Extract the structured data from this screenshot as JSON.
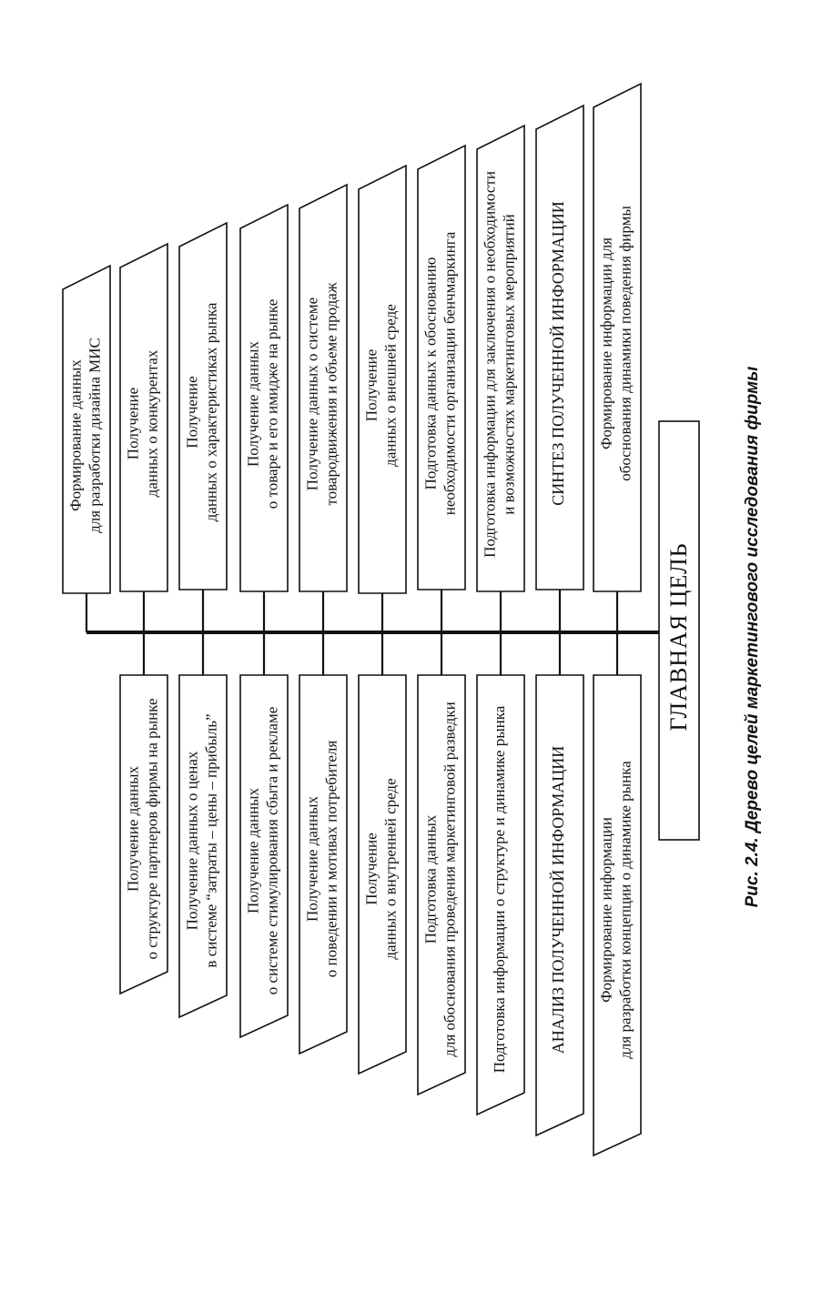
{
  "diagram": {
    "main_goal": "ГЛАВНАЯ ЦЕЛЬ",
    "caption": "Рис. 2.4. Дерево целей маркетингового исследования фирмы",
    "upper_branch": [
      {
        "lines": [
          "Формирование данных",
          "для разработки дизайна МИС"
        ]
      },
      {
        "lines": [
          "Получение",
          "данных о конкурентах"
        ]
      },
      {
        "lines": [
          "Получение",
          "данных о характеристиках рынка"
        ]
      },
      {
        "lines": [
          "Получение данных",
          "о товаре и его имидже на рынке"
        ]
      },
      {
        "lines": [
          "Получение данных о системе",
          "товародвижения и объеме продаж"
        ]
      },
      {
        "lines": [
          "Получение",
          "данных о внешней среде"
        ]
      },
      {
        "lines": [
          "Подготовка данных к обоснованию",
          "необходимости организации бенчмаркинга"
        ]
      },
      {
        "lines": [
          "Подготовка информации для заключения о необходимости",
          "и возможностях маркетинговых мероприятий"
        ]
      },
      {
        "lines": [
          "СИНТЕЗ ПОЛУЧЕННОЙ ИНФОРМАЦИИ"
        ]
      },
      {
        "lines": [
          "Формирование информации для",
          "обоснования  динамики поведения фирмы"
        ]
      }
    ],
    "lower_branch": [
      {
        "lines": [
          "Получение данных",
          "о структуре партнеров фирмы на рынке"
        ]
      },
      {
        "lines": [
          "Получение данных о ценах",
          "в системе “затраты – цены – прибыль”"
        ]
      },
      {
        "lines": [
          "Получение данных",
          "о системе стимулирования сбыта и рекламе"
        ]
      },
      {
        "lines": [
          "Получение данных",
          "о поведении и мотивах потребителя"
        ]
      },
      {
        "lines": [
          "Получение",
          "данных о внутренней среде"
        ]
      },
      {
        "lines": [
          "Подготовка данных",
          "для обоснования проведения маркетинговой разведки"
        ]
      },
      {
        "lines": [
          "Подготовка информации  о структуре и динамике рынка"
        ]
      },
      {
        "lines": [
          "АНАЛИЗ ПОЛУЧЕННОЙ ИНФОРМАЦИИ"
        ]
      },
      {
        "lines": [
          "Формирование информации",
          "для разработки концепции о динамике рынка"
        ]
      }
    ]
  }
}
